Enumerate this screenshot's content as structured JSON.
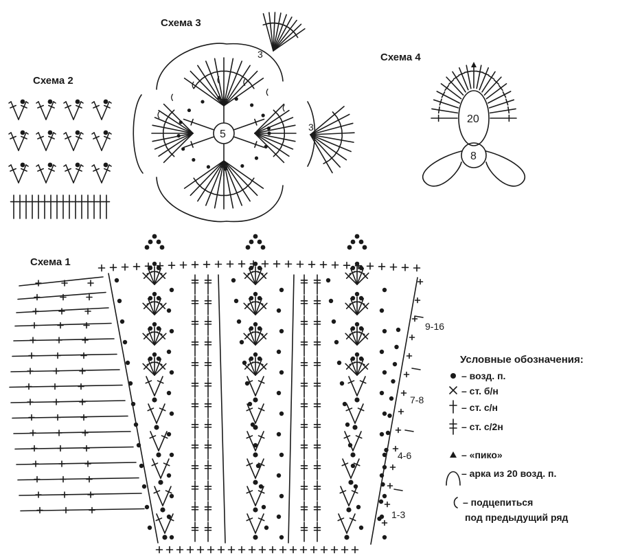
{
  "schemes": {
    "s1": "Схема 1",
    "s2": "Схема 2",
    "s3": "Схема 3",
    "s4": "Схема 4"
  },
  "scheme3_center": "5",
  "scheme3_marks": [
    "3",
    "3"
  ],
  "scheme4_numbers": [
    "20",
    "8"
  ],
  "row_ranges": [
    "9-16",
    "7-8",
    "4-6",
    "1-3"
  ],
  "legend": {
    "title": "Условные обозначения:",
    "items": [
      {
        "symbol": "chain-dot",
        "text": "– возд. п."
      },
      {
        "symbol": "cross",
        "text": "– ст. б/н"
      },
      {
        "symbol": "single-bar",
        "text": "– ст. с/н"
      },
      {
        "symbol": "double-bar",
        "text": "– ст. с/2н"
      },
      {
        "symbol": "triangle",
        "text": "– «пико»"
      },
      {
        "symbol": "arch",
        "text": "– арка из 20 возд. п."
      },
      {
        "symbol": "bracket",
        "text": "– подцепиться"
      }
    ],
    "continuation": "под предыдущий ряд"
  },
  "colors": {
    "ink": "#1a1a1a",
    "paper": "#ffffff"
  }
}
